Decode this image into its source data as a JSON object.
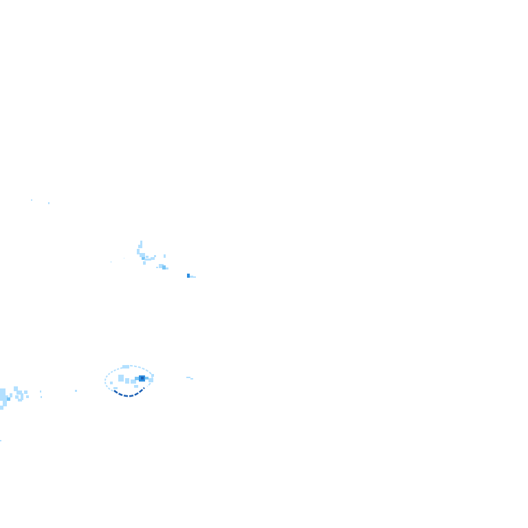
{
  "map": {
    "layer": "precipitation-radar-tile",
    "background_color": "#ffffff",
    "palette": {
      "light": "#b3e0ff",
      "medium": "#7cc6f5",
      "strong": "#2f8fe0",
      "intense": "#1a5fb4"
    },
    "echo_clusters": [
      {
        "name": "north-cluster",
        "intensity": "light"
      },
      {
        "name": "small-cell-east",
        "intensity": "strong"
      },
      {
        "name": "south-central-ring",
        "intensity": "intense"
      },
      {
        "name": "southwest-cluster",
        "intensity": "light"
      }
    ]
  }
}
